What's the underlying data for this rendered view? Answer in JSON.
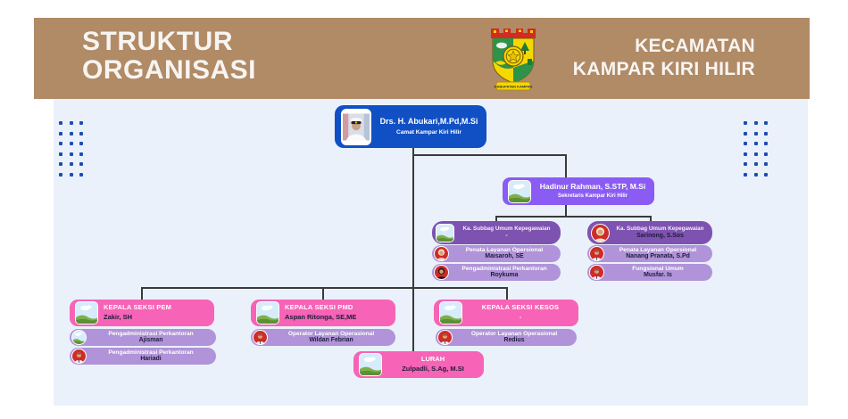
{
  "banner": {
    "title_line1": "STRUKTUR",
    "title_line2": "ORGANISASI",
    "org_name_line1": "KECAMATAN",
    "org_name_line2": "KAMPAR KIRI HILIR",
    "logo_icon": "kampar-regency-coat-of-arms",
    "logo_caption": "KABUPATEN KAMPAR"
  },
  "nodes": {
    "camat": {
      "name": "Drs. H. Abukari,M.Pd,M.Si",
      "role": "Camat Kampar Kiri Hilir"
    },
    "sekretaris": {
      "name": "Hadinur Rahman, S.STP, M.Si",
      "role": "Sekretaris Kampar Kiri Hilir"
    },
    "subbag_umum_left": {
      "role": "Ka. Subbag Umum  Kepegawaian",
      "name": "-"
    },
    "subbag_umum_right": {
      "role": "Ka. Subbag Umum  Kepegawaian",
      "name": "Sarinong, S.Sos"
    },
    "penata_layanan_1": {
      "role": "Penata Layanan Opersional",
      "name": "Maisaroh, SE"
    },
    "pengadministrasi_1": {
      "role": "Pengadministrasi Perkantoran",
      "name": "Roykuma"
    },
    "penata_layanan_2": {
      "role": "Penata Layanan Opersional",
      "name": "Nanang Pranata, S.Pd"
    },
    "fungsional_umum": {
      "role": "Fungsional Umum",
      "name": "Musfar. Is"
    },
    "kepala_seksi_pem": {
      "role": "KEPALA SEKSI PEM",
      "name": "Zakir, SH"
    },
    "pengadministrasi_2": {
      "role": "Pengadministrasi Perkantoran",
      "name": "Ajisman"
    },
    "pengadministrasi_3": {
      "role": "Pengadministrasi Perkantoran",
      "name": "Hariadi"
    },
    "kepala_seksi_pmd": {
      "role": "KEPALA SEKSI PMD",
      "name": "Aspan Ritonga, SE,ME"
    },
    "operator_layanan_1": {
      "role": "Operator Layanan Operasional",
      "name": "Wildan Febrian"
    },
    "kepala_seksi_kesos": {
      "role": "KEPALA SEKSI KESOS",
      "name": "-"
    },
    "operator_layanan_2": {
      "role": "Operator Layanan Operasional",
      "name": "Redius"
    },
    "lurah": {
      "role": "LURAH",
      "name": "Zulpadli, S.Ag, M.SI"
    }
  },
  "colors": {
    "banner_bg": "#b18a66",
    "panel_bg": "#eaf1fb",
    "camat_blue": "#1150c4",
    "sekretaris_purple": "#8a5cf3",
    "subbag_purple": "#7e52b0",
    "pill_lavender": "#b093d8",
    "seksi_pink": "#f763b6",
    "dot_blue": "#1d4db2",
    "connector_line": "#3a3a3a",
    "name_text_dark": "#1d1d3a"
  }
}
